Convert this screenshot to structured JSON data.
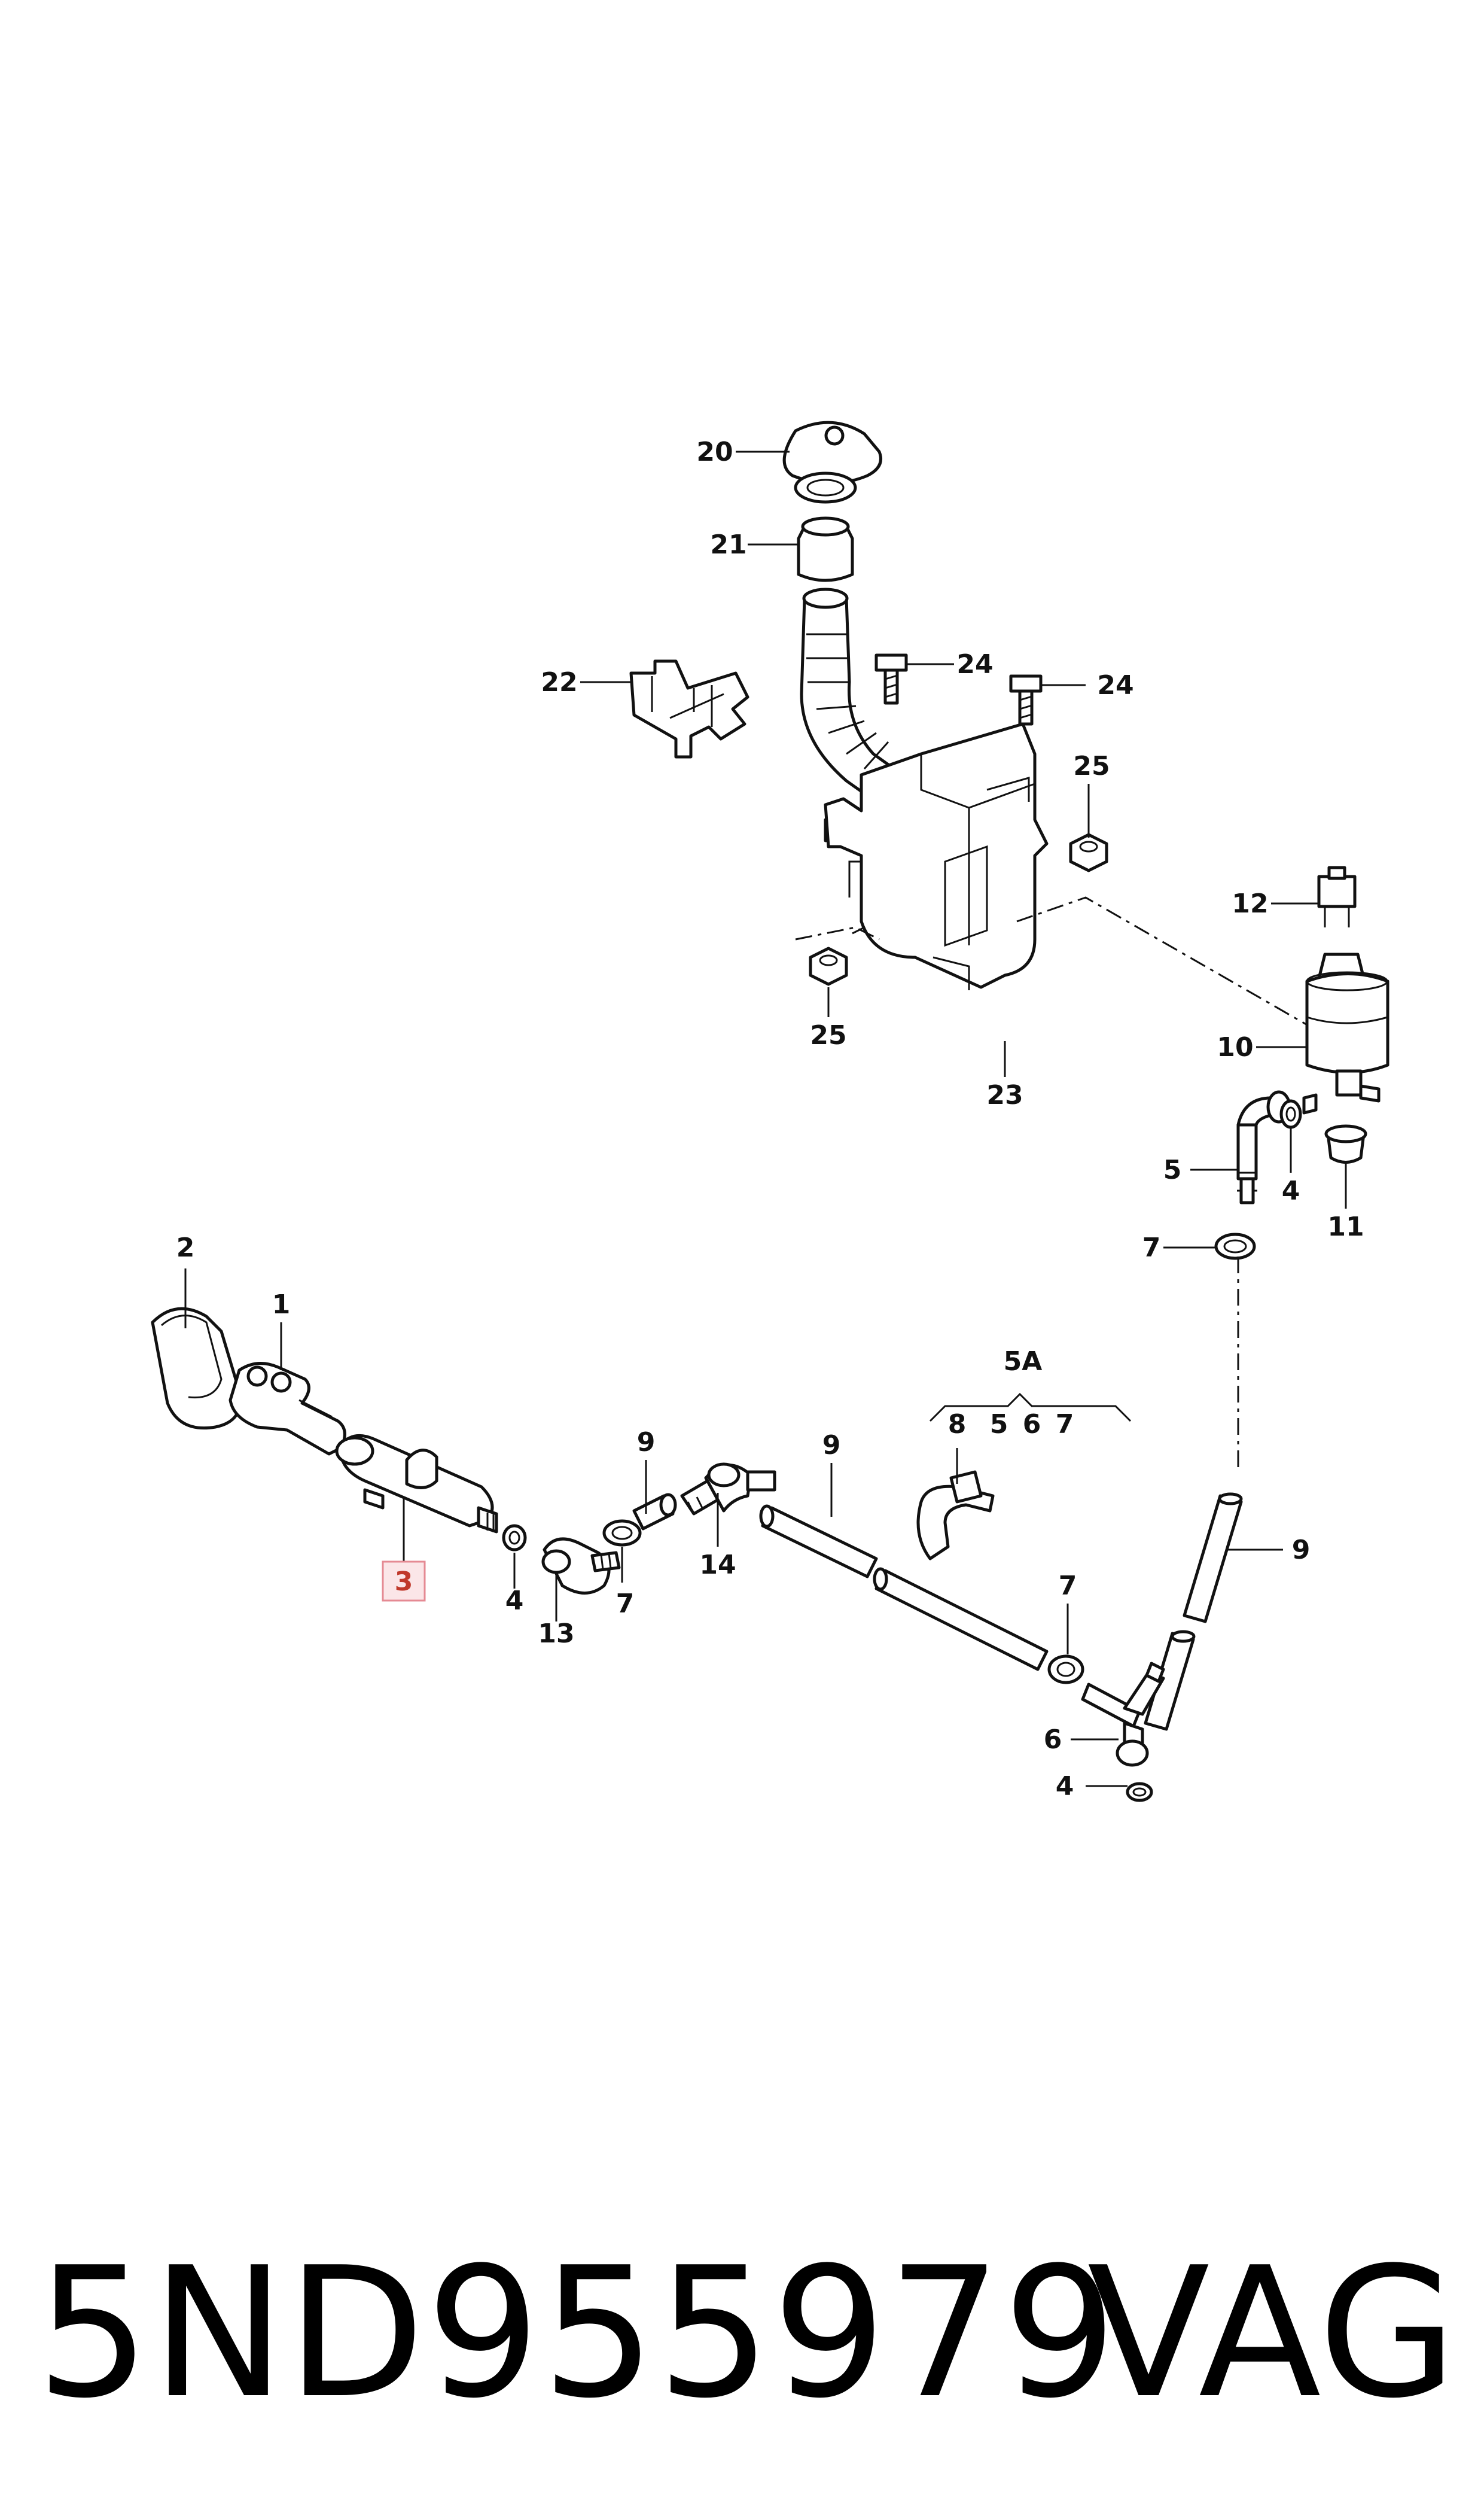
{
  "diagram": {
    "callouts": [
      {
        "id": "c20",
        "text": "20"
      },
      {
        "id": "c21",
        "text": "21"
      },
      {
        "id": "c22",
        "text": "22"
      },
      {
        "id": "c24a",
        "text": "24"
      },
      {
        "id": "c24b",
        "text": "24"
      },
      {
        "id": "c25a",
        "text": "25"
      },
      {
        "id": "c25b",
        "text": "25"
      },
      {
        "id": "c23",
        "text": "23"
      },
      {
        "id": "c12",
        "text": "12"
      },
      {
        "id": "c10",
        "text": "10"
      },
      {
        "id": "c5",
        "text": "5"
      },
      {
        "id": "c4a",
        "text": "4"
      },
      {
        "id": "c11",
        "text": "11"
      },
      {
        "id": "c7a",
        "text": "7"
      },
      {
        "id": "c2",
        "text": "2"
      },
      {
        "id": "c1",
        "text": "1"
      },
      {
        "id": "c5A",
        "text": "5A"
      },
      {
        "id": "c8",
        "text": "8"
      },
      {
        "id": "c5b",
        "text": "5"
      },
      {
        "id": "c6a",
        "text": "6"
      },
      {
        "id": "c7b",
        "text": "7"
      },
      {
        "id": "c9a",
        "text": "9"
      },
      {
        "id": "c9b",
        "text": "9"
      },
      {
        "id": "c9c",
        "text": "9"
      },
      {
        "id": "c3",
        "text": "3"
      },
      {
        "id": "c4b",
        "text": "4"
      },
      {
        "id": "c13",
        "text": "13"
      },
      {
        "id": "c7c",
        "text": "7"
      },
      {
        "id": "c14",
        "text": "14"
      },
      {
        "id": "c7d",
        "text": "7"
      },
      {
        "id": "c6b",
        "text": "6"
      },
      {
        "id": "c4c",
        "text": "4"
      }
    ],
    "highlight_color": "#e58a93"
  },
  "footer": {
    "part_number": "5ND955979",
    "brand": "VAG"
  }
}
